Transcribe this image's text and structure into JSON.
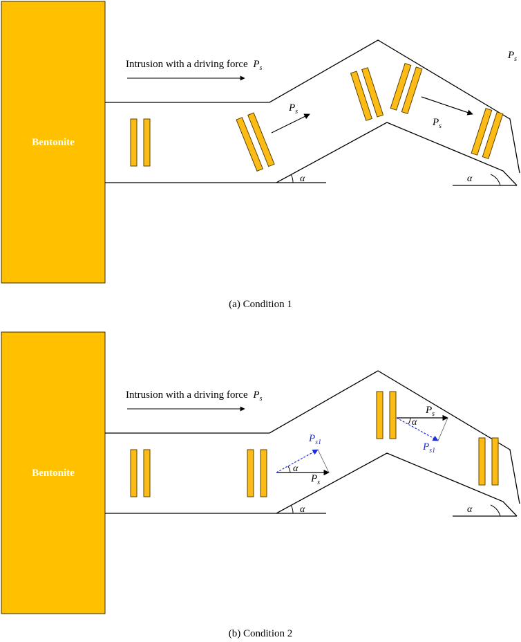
{
  "colors": {
    "bentonite": "#ffc000",
    "plate": "#fdbb16",
    "blue": "#1f2fd6",
    "black": "#000000"
  },
  "panels": [
    {
      "bentonite_label": "Bentonite",
      "driving_note": "Intrusion with a driving force",
      "force_symbol": "P",
      "force_sub": "s",
      "angle_symbol": "α",
      "caption": "(a) Condition 1"
    },
    {
      "bentonite_label": "Bentonite",
      "driving_note": "Intrusion with a driving force",
      "force_symbol": "P",
      "force_sub": "s",
      "component_sub": "s1",
      "angle_symbol": "α",
      "caption": "(b) Condition 2"
    }
  ]
}
